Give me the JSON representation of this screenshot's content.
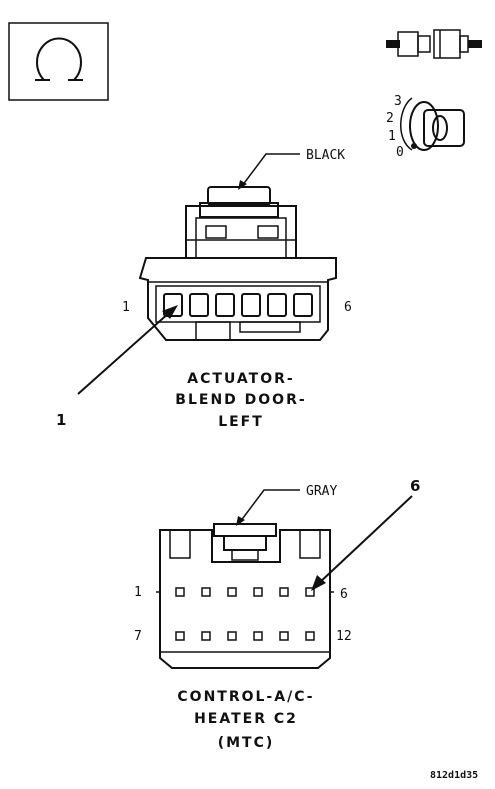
{
  "symbols": {
    "key_scale": [
      "3",
      "2",
      "1",
      "0"
    ]
  },
  "connector_top": {
    "color_label": "BLACK",
    "pin_first": "1",
    "pin_last": "6",
    "title_lines": [
      "ACTUATOR-",
      "BLEND DOOR-",
      "LEFT"
    ],
    "callout": "1",
    "pin_count": 6
  },
  "connector_bottom": {
    "color_label": "GRAY",
    "pin_top_left": "1",
    "pin_top_right": "6",
    "pin_bottom_left": "7",
    "pin_bottom_right": "12",
    "title_lines": [
      "CONTROL-A/C-",
      "HEATER C2",
      "(MTC)"
    ],
    "callout": "6",
    "pins_per_row": 6
  },
  "figure_code": "812d1d35"
}
